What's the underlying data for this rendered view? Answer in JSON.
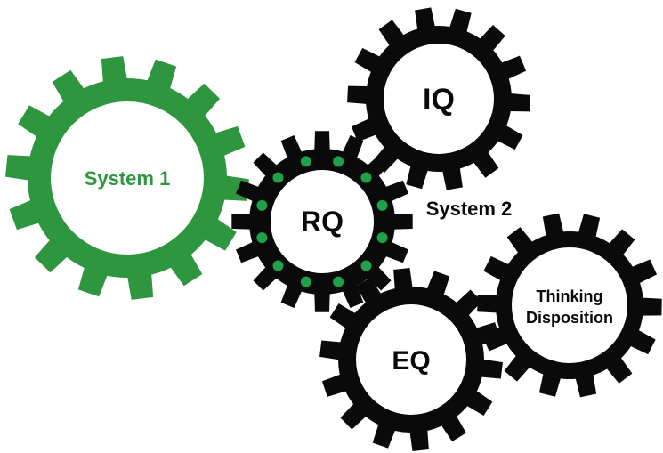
{
  "colors": {
    "green": "#2e963f",
    "black": "#0a0a0a",
    "dot": "#1fa14a",
    "hub": "#ffffff"
  },
  "gears": [
    {
      "id": "system1",
      "label_lines": [
        "System 1"
      ],
      "color": "green",
      "teeth": 14,
      "dotted": false
    },
    {
      "id": "iq",
      "label_lines": [
        "IQ"
      ],
      "color": "black",
      "teeth": 14,
      "dotted": false
    },
    {
      "id": "rq",
      "label_lines": [
        "RQ"
      ],
      "color": "black",
      "teeth": 16,
      "dotted": true,
      "dots": 12
    },
    {
      "id": "eq",
      "label_lines": [
        "EQ"
      ],
      "color": "black",
      "teeth": 14,
      "dotted": false
    },
    {
      "id": "thinking",
      "label_lines": [
        "Thinking",
        "Disposition"
      ],
      "color": "black",
      "teeth": 14,
      "dotted": false
    }
  ],
  "free_labels": {
    "system2": "System 2"
  }
}
